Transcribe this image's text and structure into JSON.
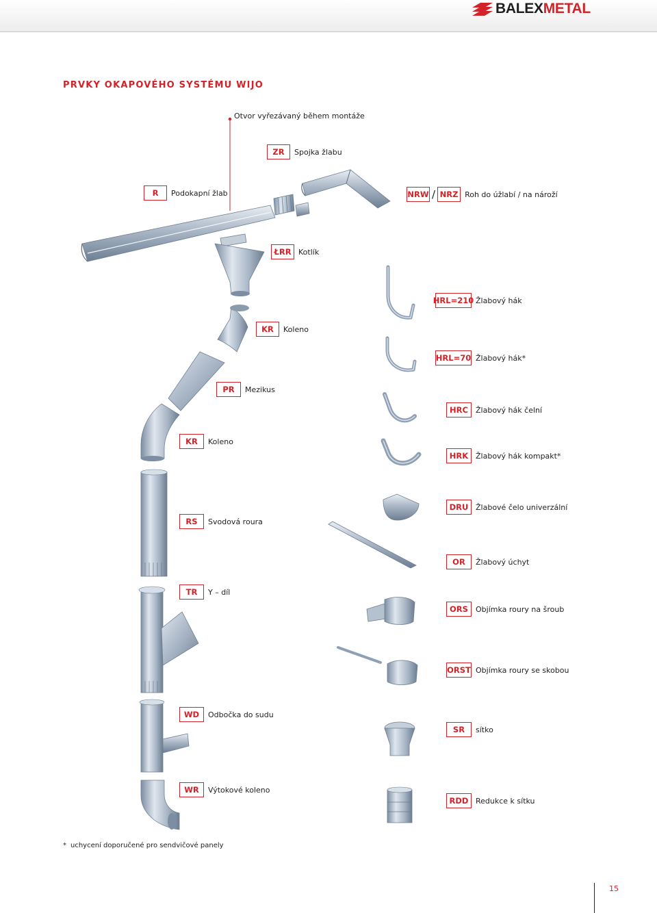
{
  "brand": {
    "logo_text_1": "BALEX",
    "logo_text_2": "METAL",
    "color_red": "#d2232a",
    "color_dark": "#1f1f1f"
  },
  "title": "PRVKY OKAPOVÉHO SYSTÉMU WIJO",
  "hole_note": "Otvor vyřezávaný během montáže",
  "parts": {
    "zr": {
      "code": "ZR",
      "name": "Spojka žlabu"
    },
    "r": {
      "code": "R",
      "name": "Podokapní žlab"
    },
    "nrw": {
      "code": "NRW"
    },
    "nrz": {
      "code": "NRZ",
      "name": "Roh do úžlabí / na nároží"
    },
    "lrr": {
      "code": "ŁRR",
      "name": "Kotlík"
    },
    "hrl210": {
      "code": "HRL=210",
      "name": "Žlabový hák"
    },
    "kr1": {
      "code": "KR",
      "name": "Koleno"
    },
    "hrl70": {
      "code": "HRL=70",
      "name": "Žlabový hák*"
    },
    "pr": {
      "code": "PR",
      "name": "Mezikus"
    },
    "hrc": {
      "code": "HRC",
      "name": "Žlabový hák čelní"
    },
    "kr2": {
      "code": "KR",
      "name": "Koleno"
    },
    "hrk": {
      "code": "HRK",
      "name": "Žlabový hák kompakt*"
    },
    "dru": {
      "code": "DRU",
      "name": "Žlabové čelo univerzální"
    },
    "rs": {
      "code": "RS",
      "name": "Svodová roura"
    },
    "or": {
      "code": "OR",
      "name": "Žlabový úchyt"
    },
    "tr": {
      "code": "TR",
      "name": "Y – díl"
    },
    "ors": {
      "code": "ORS",
      "name": "Objímka roury na šroub"
    },
    "orst": {
      "code": "ORST",
      "name": "Objímka roury se skobou"
    },
    "wd": {
      "code": "WD",
      "name": "Odbočka do sudu"
    },
    "sr": {
      "code": "SR",
      "name": "sítko"
    },
    "wr": {
      "code": "WR",
      "name": "Výtokové koleno"
    },
    "rdd": {
      "code": "RDD",
      "name": "Redukce k sítku"
    }
  },
  "footnote": {
    "star": "*",
    "text": "uchycení doporučené pro sendvičové panely"
  },
  "page_number": "15"
}
